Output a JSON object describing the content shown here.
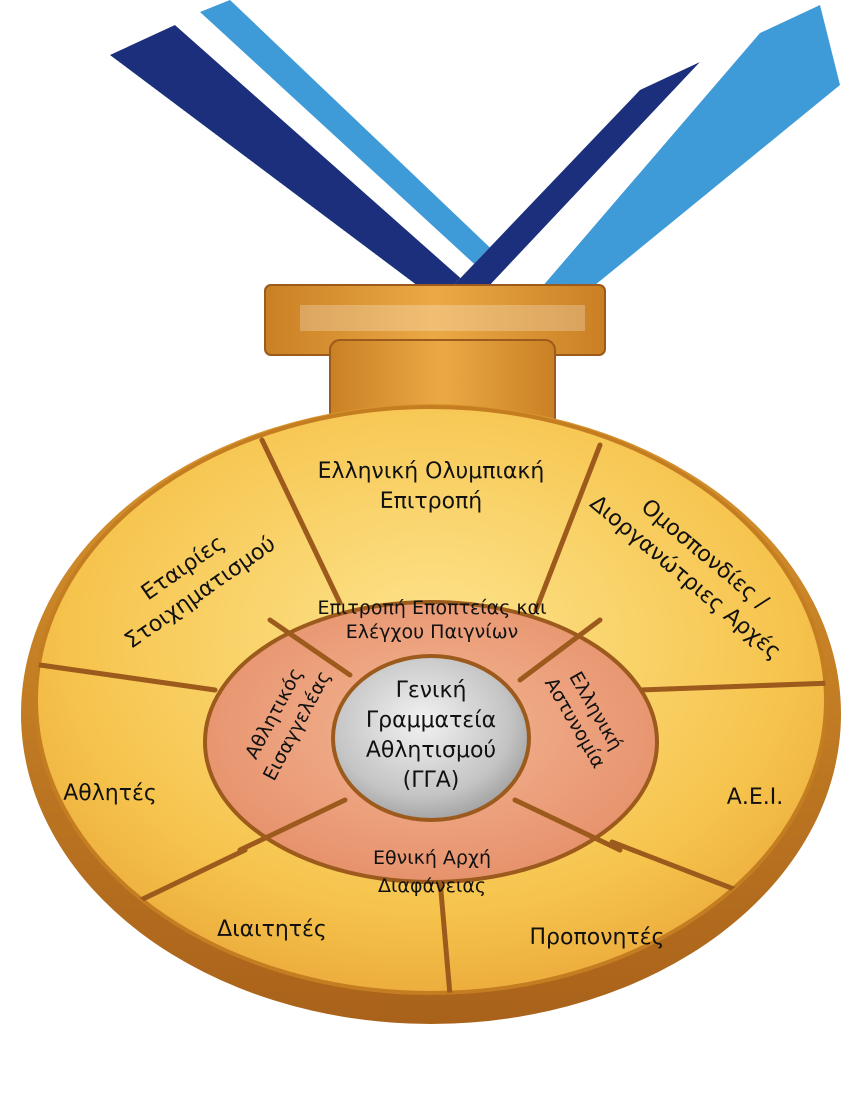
{
  "center": {
    "lines": [
      "Γενική",
      "Γραμματεία",
      "Αθλητισμού",
      "(ΓΓΑ)"
    ]
  },
  "inner_ring": [
    {
      "lines": [
        "Επιτροπή Εποπτείας και",
        "Ελέγχου Παιγνίων"
      ]
    },
    {
      "lines": [
        "Ελληνική",
        "Αστυνομία"
      ]
    },
    {
      "lines": [
        "Εθνική Αρχή",
        "Διαφάνειας"
      ]
    },
    {
      "lines": [
        "Αθλητικός",
        "Εισαγγελέας"
      ]
    }
  ],
  "outer_ring": [
    {
      "lines": [
        "Ελληνική Ολυμπιακή",
        "Επιτροπή"
      ]
    },
    {
      "lines": [
        "Ομοσπονδίες /",
        "Διοργανώτριες Αρχές"
      ]
    },
    {
      "lines": [
        "Α.Ε.Ι."
      ]
    },
    {
      "lines": [
        "Προπονητές"
      ]
    },
    {
      "lines": [
        "Διαιτητές"
      ]
    },
    {
      "lines": [
        "Αθλητές"
      ]
    },
    {
      "lines": [
        "Εταιρίες",
        "Στοιχηματισμού"
      ]
    }
  ],
  "colors": {
    "ribbon_dark": "#1c2f7c",
    "ribbon_light": "#3f9bd8",
    "ribbon_white": "#ffffff",
    "gold_rim": "#c57d22",
    "gold_face": "#f9cf5c",
    "inner_ring": "#eca27e",
    "center": "#c9c9c9",
    "divider": "#9c5a1c"
  }
}
